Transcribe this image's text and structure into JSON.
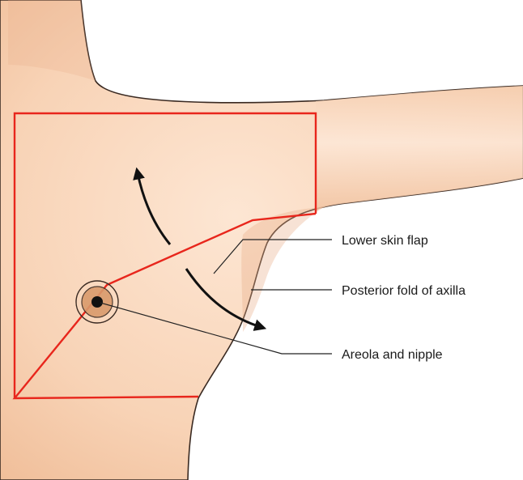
{
  "labels": {
    "lower_skin_flap": "Lower skin flap",
    "posterior_fold": "Posterior fold of axilla",
    "areola_nipple": "Areola and nipple"
  },
  "colors": {
    "skin_light": "#fbdcc4",
    "skin_mid": "#f5c7a3",
    "skin_shade": "#e9ad86",
    "outline": "#3a2a22",
    "incision": "#e8261c",
    "arrow": "#111111",
    "leader": "#222222",
    "areola": "#d99a6c"
  }
}
